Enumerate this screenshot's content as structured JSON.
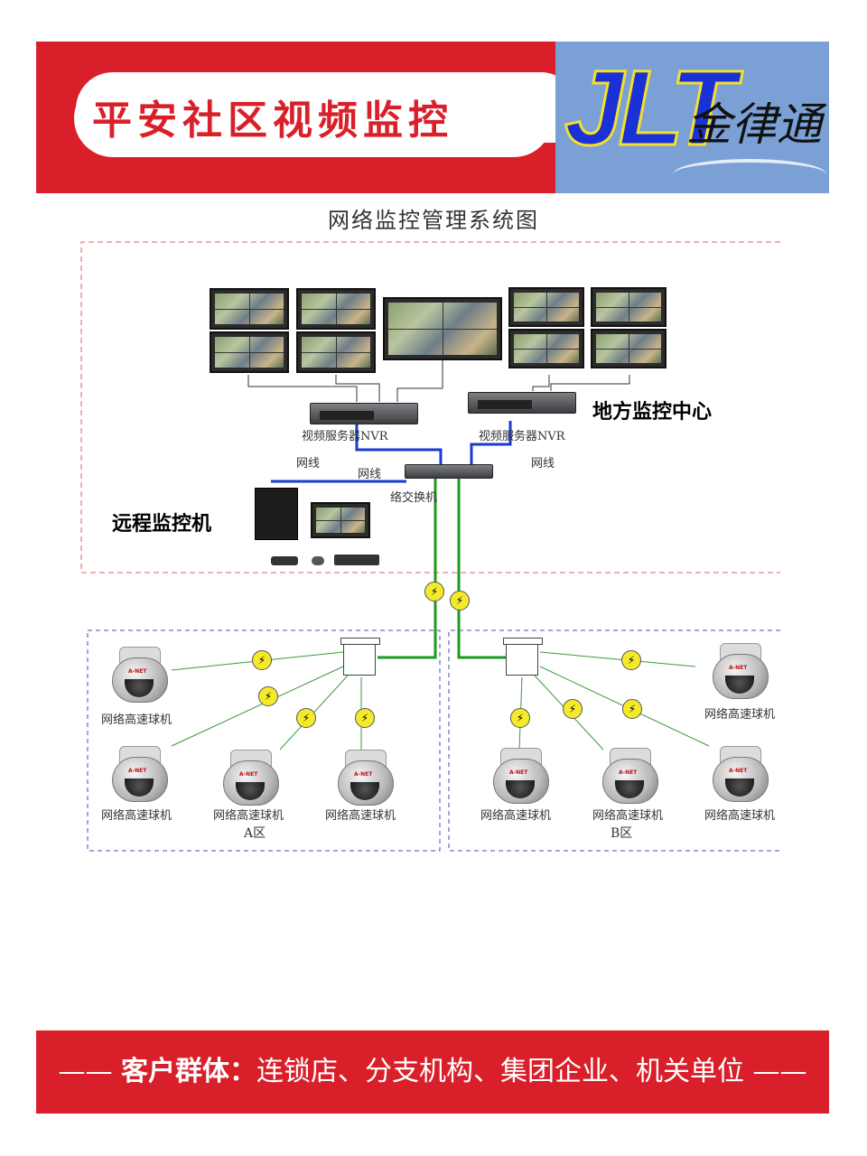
{
  "header": {
    "title": "平安社区视频监控",
    "logo_text": "JLT",
    "logo_cn": "金律通"
  },
  "diagram_title": "网络监控管理系统图",
  "labels": {
    "nvr_left": "视频服务器NVR",
    "nvr_right": "视频服务器NVR",
    "local_center": "地方监控中心",
    "cable_1": "网线",
    "cable_2": "网线",
    "cable_3": "网线",
    "switch": "络交换机",
    "remote": "远程监控机",
    "zone_a": "A区",
    "zone_b": "B区"
  },
  "cameras": {
    "a": [
      "网络高速球机",
      "网络高速球机",
      "网络高速球机",
      "网络高速球机"
    ],
    "b": [
      "网络高速球机",
      "网络高速球机",
      "网络高速球机",
      "网络高速球机"
    ]
  },
  "footer": {
    "dash": "——",
    "label": "客户群体：",
    "text": "连锁店、分支机构、集团企业、机关单位"
  },
  "colors": {
    "brand_red": "#d9202a",
    "logo_blue": "#1a31d8",
    "network_blue": "#1a3ad0",
    "fiber_green": "#1e9a1e",
    "surge_yellow": "#f4ea2a"
  },
  "icons": {
    "camera": "ptz-dome-camera-icon",
    "surge": "surge-protector-icon",
    "box": "junction-box-icon"
  }
}
